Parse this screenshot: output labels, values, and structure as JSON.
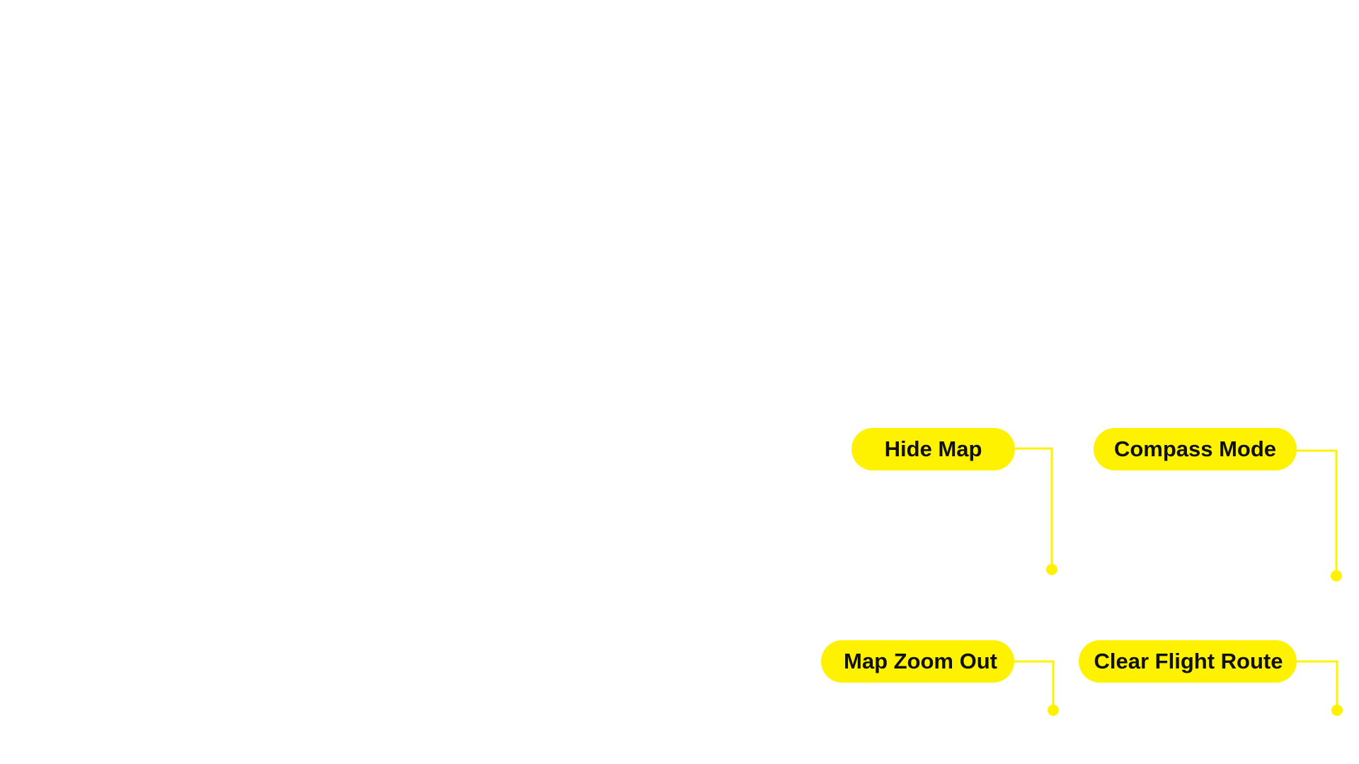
{
  "accent_color": "#FFF200",
  "text_color": "#111111",
  "callouts": {
    "hide_map": {
      "label": "Hide Map"
    },
    "compass_mode": {
      "label": "Compass Mode"
    },
    "map_zoom_out": {
      "label": "Map Zoom Out"
    },
    "clear_flight_route": {
      "label": "Clear Flight Route"
    }
  }
}
